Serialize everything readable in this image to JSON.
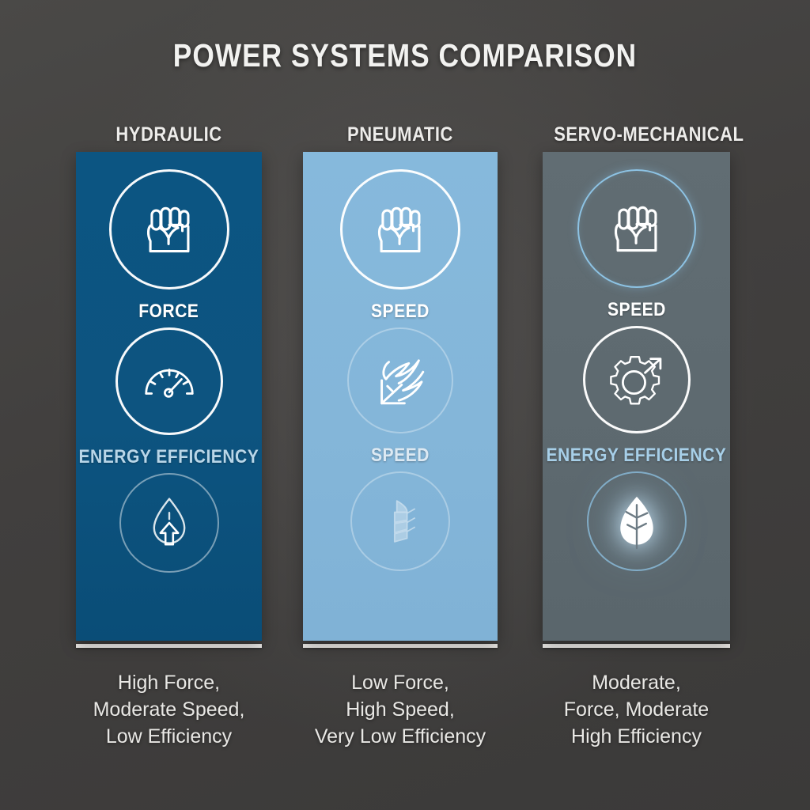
{
  "header": {
    "title": "POWER SYSTEMS COMPARISON"
  },
  "theme": {
    "background": "#444341",
    "card_hydraulic": "#0d5480",
    "card_pneumatic": "#84b6d9",
    "card_servo": "#5e6a70",
    "accent_blue": "#8dc3e4",
    "text_light": "#e9e8e5"
  },
  "columns": [
    {
      "header": "HYDRAULIC",
      "rows": [
        {
          "icon": "fist-icon",
          "label": "FORCE"
        },
        {
          "icon": "gauge-icon",
          "label": "ENERGY EFFICIENCY"
        },
        {
          "icon": "leaf-arrow-icon",
          "label": ""
        }
      ],
      "caption": [
        "High Force,",
        "Moderate Speed,",
        "Low Efficiency"
      ]
    },
    {
      "header": "PNEUMATIC",
      "rows": [
        {
          "icon": "fist-icon",
          "label": "SPEED"
        },
        {
          "icon": "winged-arrow-icon",
          "label": "SPEED"
        },
        {
          "icon": "sprout-icon",
          "label": ""
        }
      ],
      "caption": [
        "Low Force,",
        "High Speed,",
        "Very Low Efficiency"
      ]
    },
    {
      "header": "SERVO-MECHANICAL",
      "rows": [
        {
          "icon": "fist-icon",
          "label": "SPEED"
        },
        {
          "icon": "gear-arrow-icon",
          "label": "ENERGY EFFICIENCY"
        },
        {
          "icon": "leaf-icon",
          "label": ""
        }
      ],
      "caption": [
        "Moderate,",
        "Force, Moderate",
        "High Efficiency"
      ]
    }
  ]
}
